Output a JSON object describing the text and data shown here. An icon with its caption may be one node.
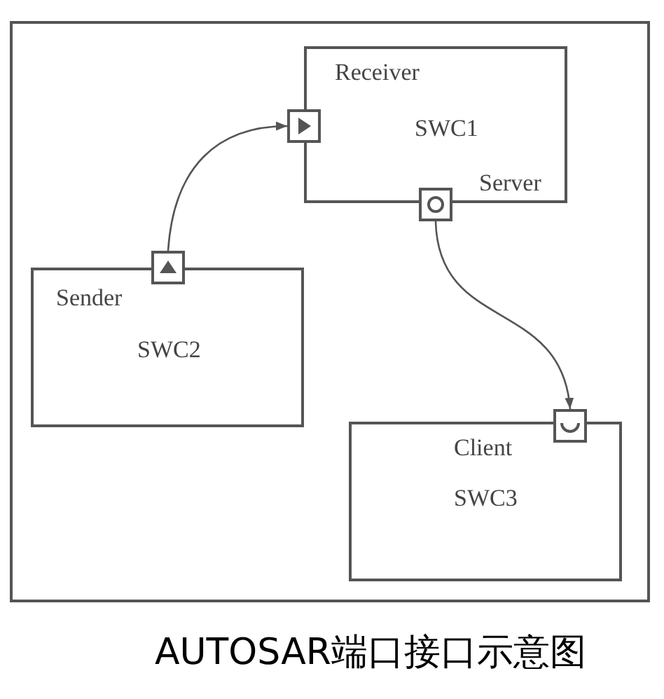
{
  "diagram": {
    "caption": "AUTOSAR端口接口示意图",
    "nodes": [
      {
        "text": [],
        "shape": "box"
      },
      {
        "text": [
          "Receiver",
          "SWC1",
          "Server"
        ],
        "in": 0
      },
      {
        "text": [],
        "shape": "box",
        "in": 0
      },
      {
        "text": [],
        "shape": "box",
        "in": 0
      },
      {
        "text": [
          "Sender",
          "SWC2"
        ],
        "in": 0
      },
      {
        "text": [],
        "shape": "box",
        "in": 0
      },
      {
        "text": [
          "Client",
          "SWC3"
        ],
        "in": 0
      },
      {
        "text": [],
        "shape": "box",
        "in": 0
      }
    ],
    "edges": [
      {
        "from": 5,
        "to": 2,
        "arrow": "to"
      },
      {
        "from": 3,
        "to": 7,
        "arrow": "to"
      }
    ]
  }
}
